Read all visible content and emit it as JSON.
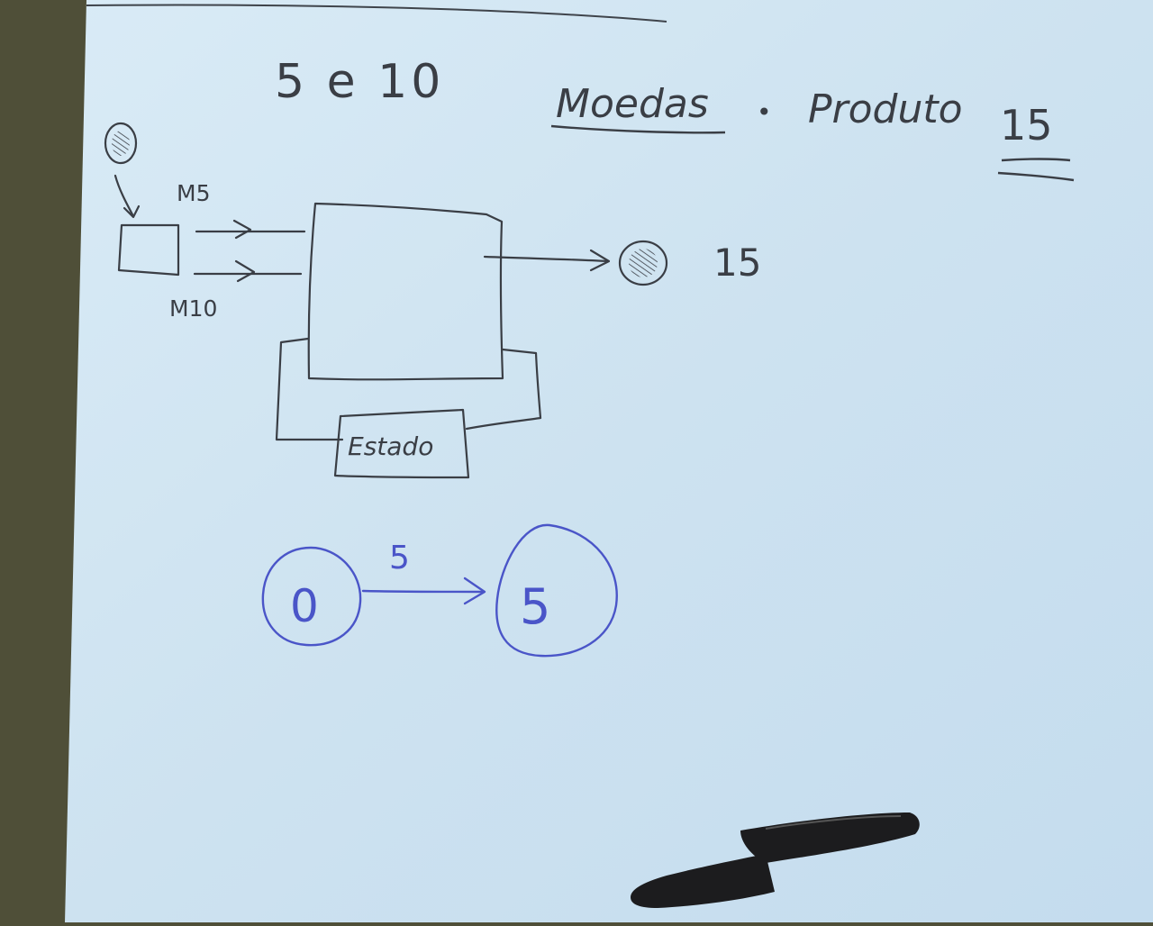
{
  "colors": {
    "desk": "#4f4f38",
    "paper": "#cfe3f1",
    "pencil": "#3a3e45",
    "blue_pen": "#4a55c8",
    "marker": "#1c1c1e"
  },
  "heading": {
    "part_a": "5 e 10",
    "part_b": "Moedas",
    "separator": "•",
    "part_c": "Produto",
    "part_d": "15"
  },
  "block_diagram": {
    "input_label_1": "M5",
    "input_label_2": "M10",
    "output_label": "15",
    "state_label": "Estado",
    "icons": [
      "coin-icon",
      "coin-icon"
    ]
  },
  "state_machine": {
    "states": [
      "0",
      "5"
    ],
    "transitions": [
      {
        "from": "0",
        "to": "5",
        "label": "5"
      }
    ]
  },
  "objects": [
    "marker-pen"
  ]
}
